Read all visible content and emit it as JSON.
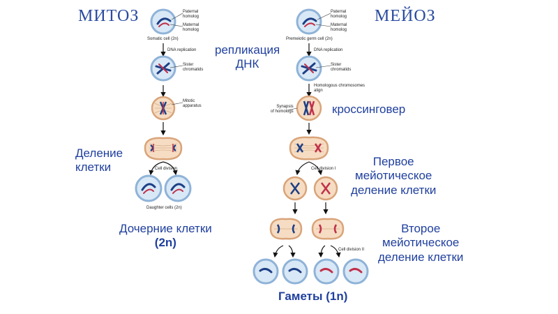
{
  "titles": {
    "mitosis": "МИТОЗ",
    "meiosis": "МЕЙОЗ"
  },
  "labels": {
    "replication": [
      "репликация",
      "ДНК"
    ],
    "crossing_over": "кроссинговер",
    "cell_division": [
      "Деление",
      "клетки"
    ],
    "daughter_cells": [
      "Дочерние клетки",
      "(2n)"
    ],
    "first_meiotic": [
      "Первое",
      "мейотическое",
      "деление клетки"
    ],
    "second_meiotic": [
      "Второе",
      "мейотическое",
      "деление клетки"
    ],
    "gametes": "Гаметы  (1n)"
  },
  "small_labels": {
    "paternal_homolog_left": [
      "Paternal",
      "homolog"
    ],
    "maternal_homolog_left": [
      "Maternal",
      "homolog"
    ],
    "somatic_cell": "Somatic cell (2n)",
    "dna_replication_left": "DNA replication",
    "sister_chromatids_left": [
      "Sister",
      "chromatids"
    ],
    "mitotic_apparatus": [
      "Mitotic",
      "apparatus"
    ],
    "cell_division_left": "Cell division",
    "daughter_cells_small": "Daughter cells (2n)",
    "paternal_homolog_right": [
      "Paternal",
      "homolog"
    ],
    "maternal_homolog_right": [
      "Maternal",
      "homolog"
    ],
    "premeiotic_cell": "Premeiotic germ cell (2n)",
    "dna_replication_right": "DNA replication",
    "sister_chromatids_right": [
      "Sister",
      "chromatids"
    ],
    "homologous_align": [
      "Homologous chromosomes",
      "align"
    ],
    "synapsis": [
      "Synapsis",
      "of homologs"
    ],
    "cell_division_1": "Cell division I",
    "cell_division_2": "Cell division II"
  },
  "colors": {
    "title_blue": "#2a4aa0",
    "label_blue": "#1f3f9e",
    "cell_blue_fill": "#d9e8f6",
    "cell_blue_ring": "#8fb3d8",
    "cell_peach_fill": "#f6dcc2",
    "cell_peach_ring": "#d9a47a",
    "chromosome_blue": "#1d3f86",
    "chromosome_red": "#c0304a"
  }
}
